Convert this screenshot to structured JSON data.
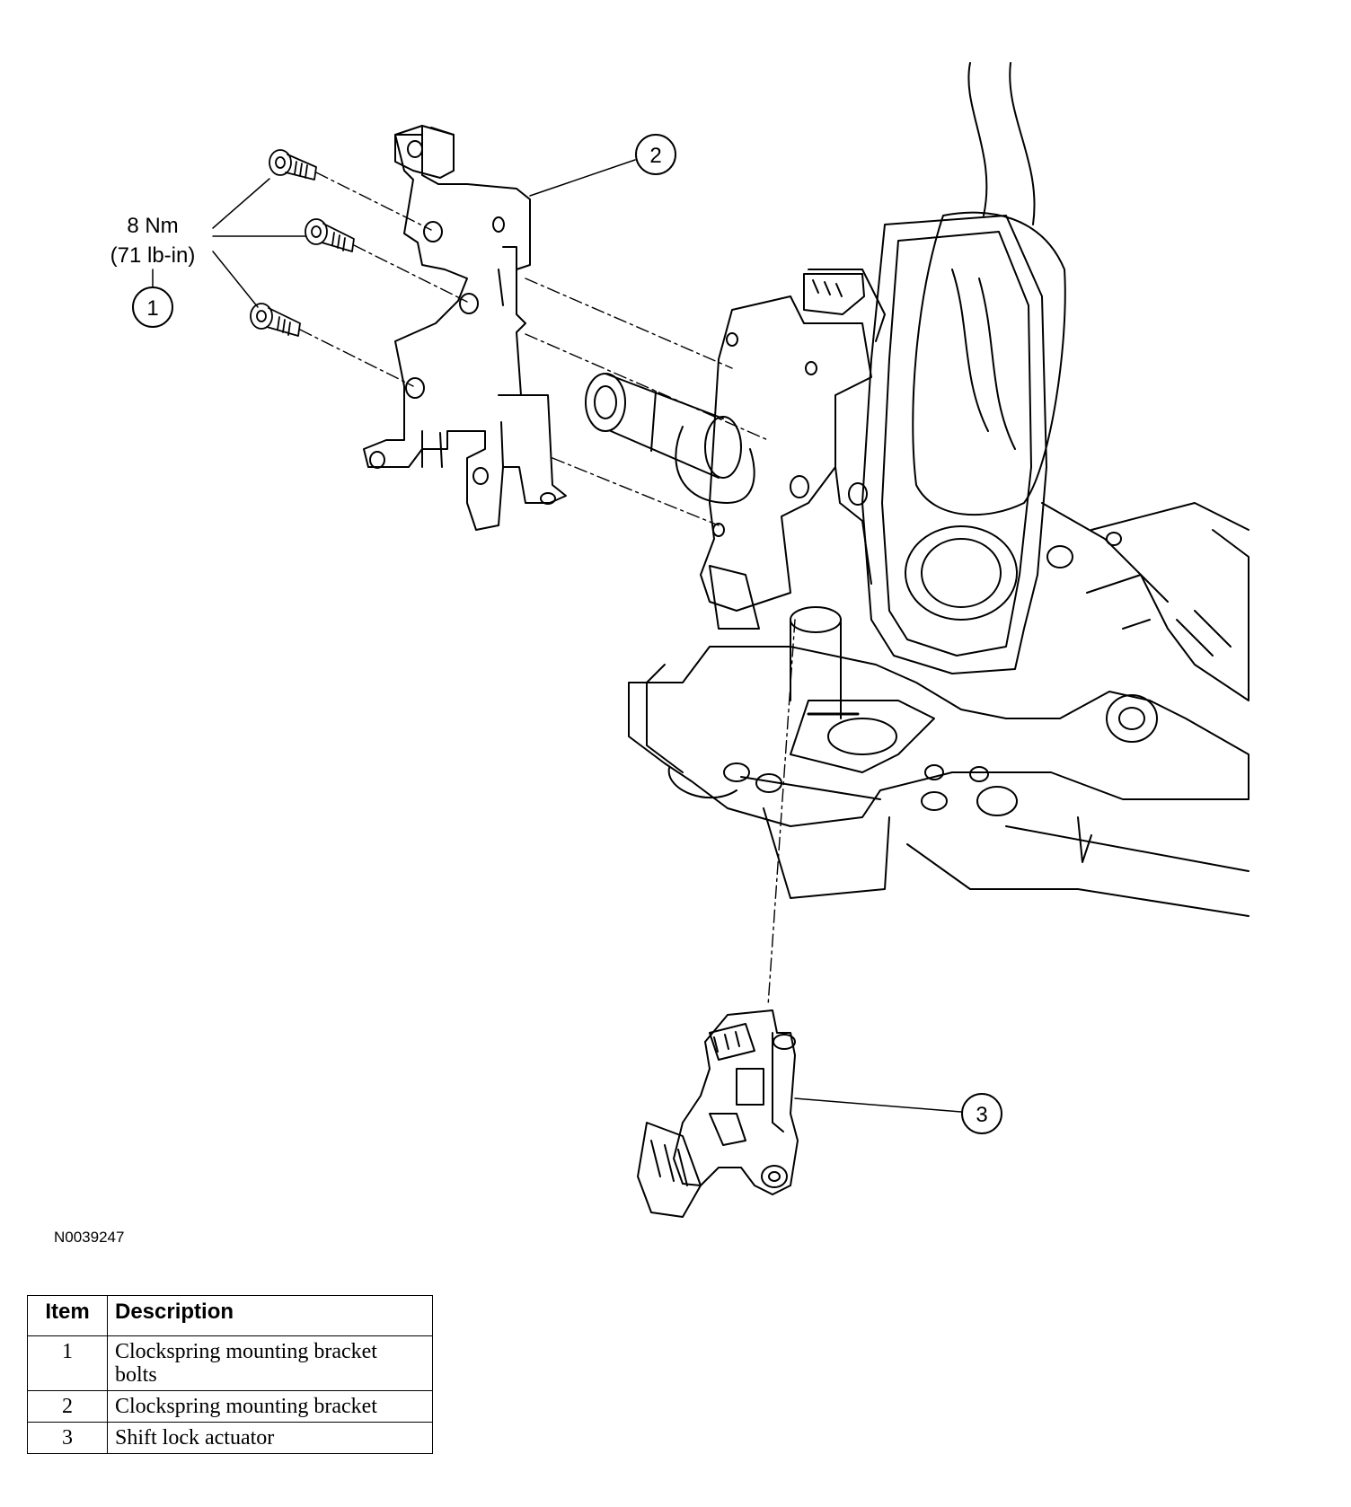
{
  "torque_spec": {
    "metric": "8 Nm",
    "imperial": "(71 lb-in)"
  },
  "callouts": [
    "1",
    "2",
    "3"
  ],
  "figure_id": "N0039247",
  "legend": {
    "headers": {
      "item": "Item",
      "description": "Description"
    },
    "rows": [
      {
        "item": "1",
        "description_lines": [
          "Clockspring mounting bracket",
          "bolts"
        ]
      },
      {
        "item": "2",
        "description_lines": [
          "Clockspring mounting bracket"
        ]
      },
      {
        "item": "3",
        "description_lines": [
          "Shift lock actuator"
        ]
      }
    ]
  }
}
